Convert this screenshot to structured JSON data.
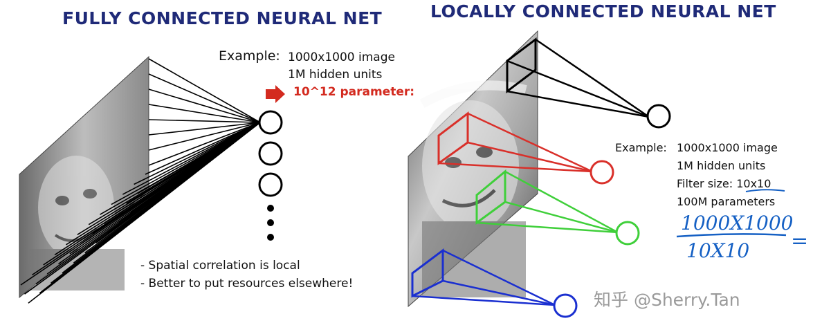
{
  "left_panel": {
    "title": "FULLY CONNECTED NEURAL NET",
    "example_label": "Example:",
    "example_lines": [
      "1000x1000 image",
      "1M hidden units",
      "10^12 parameter:"
    ],
    "bullets": [
      "- Spatial correlation is local",
      "- Better to put resources elsewhere!"
    ]
  },
  "right_panel": {
    "title": "LOCALLY CONNECTED NEURAL NET",
    "example_label": "Example:",
    "example_lines": [
      "1000x1000 image",
      "1M hidden units",
      "Filter size: 10x10",
      "100M parameters"
    ]
  },
  "handwriting": {
    "numerator": "1000X1000",
    "denominator": "10X10",
    "equals": "="
  },
  "watermark": "知乎 @Sherry.Tan",
  "colors": {
    "title": "#1f2a78",
    "highlight": "#d32a1f",
    "filter_black": "#000000",
    "filter_red": "#d9302a",
    "filter_green": "#3fcf3a",
    "filter_blue": "#1a2fd0",
    "handwriting": "#1560c4"
  }
}
